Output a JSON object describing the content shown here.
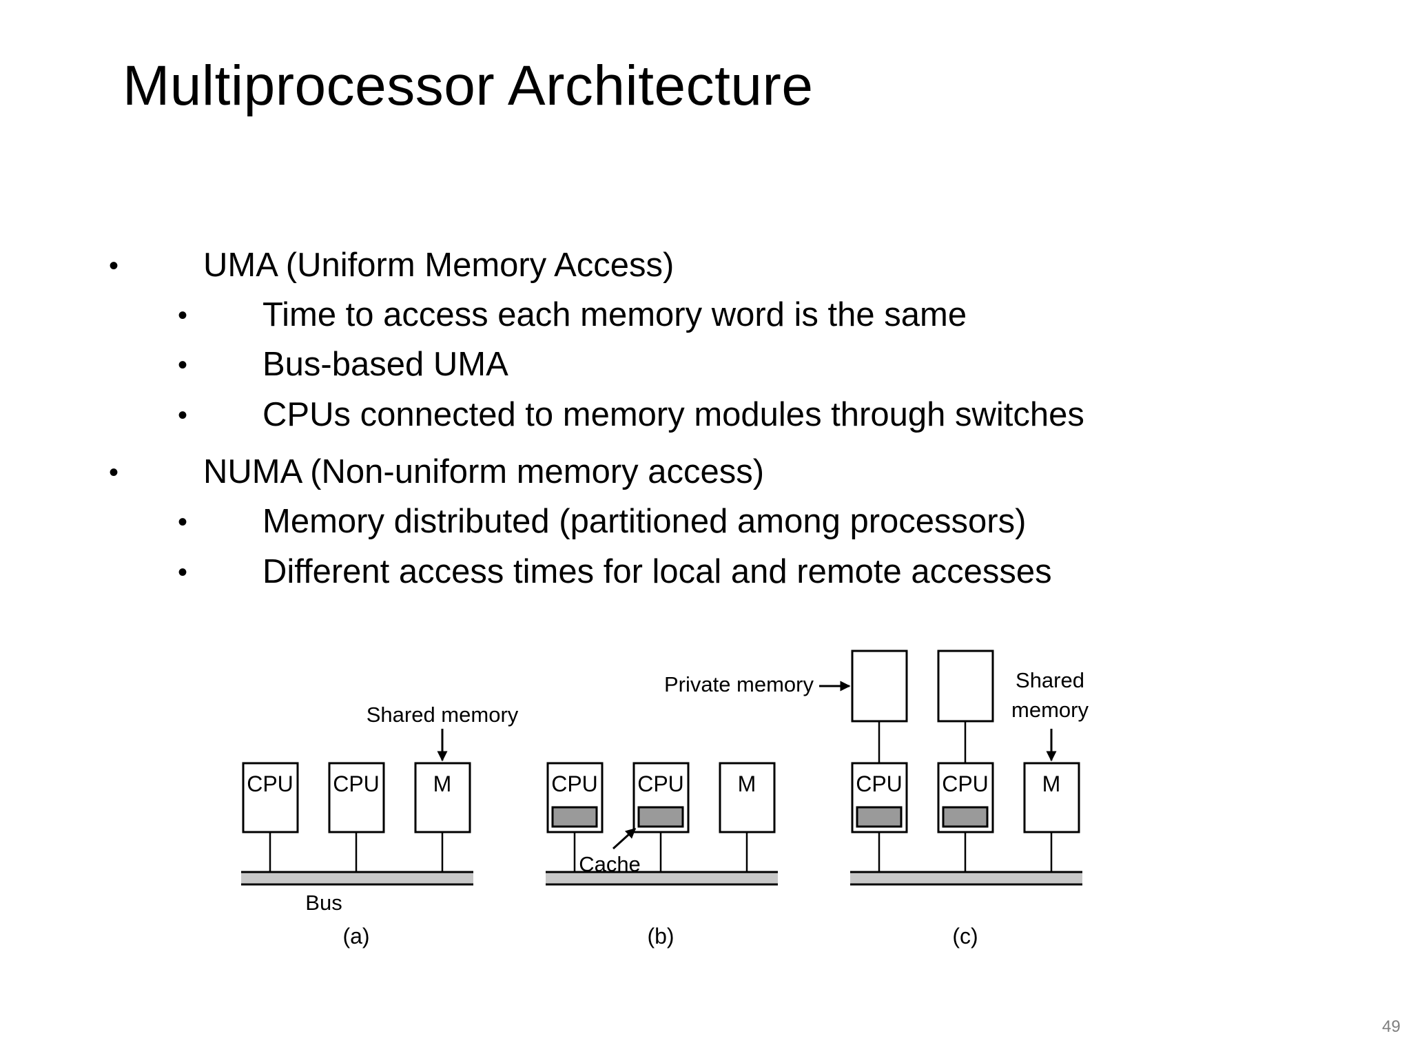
{
  "title": "Multiprocessor Architecture",
  "bullets": [
    {
      "text": "UMA (Uniform Memory Access)"
    },
    {
      "text": "Time to access each memory word is the same"
    },
    {
      "text": "Bus-based UMA"
    },
    {
      "text": "CPUs connected to memory modules through switches"
    },
    {
      "text": "NUMA (Non-uniform memory access)"
    },
    {
      "text": "Memory distributed (partitioned among processors)"
    },
    {
      "text": "Different access times for local and remote accesses"
    }
  ],
  "bullet_symbol": "•",
  "diagram": {
    "cpu_label": "CPU",
    "memory_label": "M",
    "shared_memory_label": "Shared memory",
    "bus_label": "Bus",
    "cache_label": "Cache",
    "private_memory_label": "Private memory",
    "shared_label_line1": "Shared",
    "shared_label_line2": "memory",
    "captions": [
      "(a)",
      "(b)",
      "(c)"
    ]
  },
  "page_number": "49"
}
